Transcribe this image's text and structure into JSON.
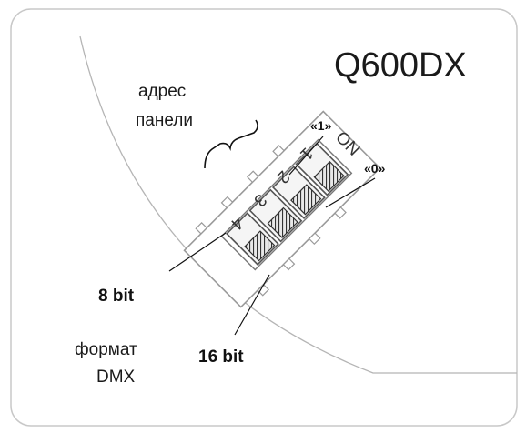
{
  "model": "Q600DX",
  "address_label": {
    "line1": "адрес",
    "line2": "панели"
  },
  "state_labels": {
    "one": "«1»",
    "zero": "«0»"
  },
  "mode_labels": {
    "bit8": "8 bit",
    "bit16": "16 bit"
  },
  "format_label": {
    "line1": "формат",
    "line2": "DMX"
  },
  "switch_numbers": [
    "1",
    "2",
    "3",
    "4"
  ],
  "on_label": "ON",
  "switch_states": [
    "0",
    "0",
    "0",
    "16bit"
  ],
  "colors": {
    "line": "#9a9a9a",
    "ink": "#111111",
    "hatch": "#444444"
  }
}
